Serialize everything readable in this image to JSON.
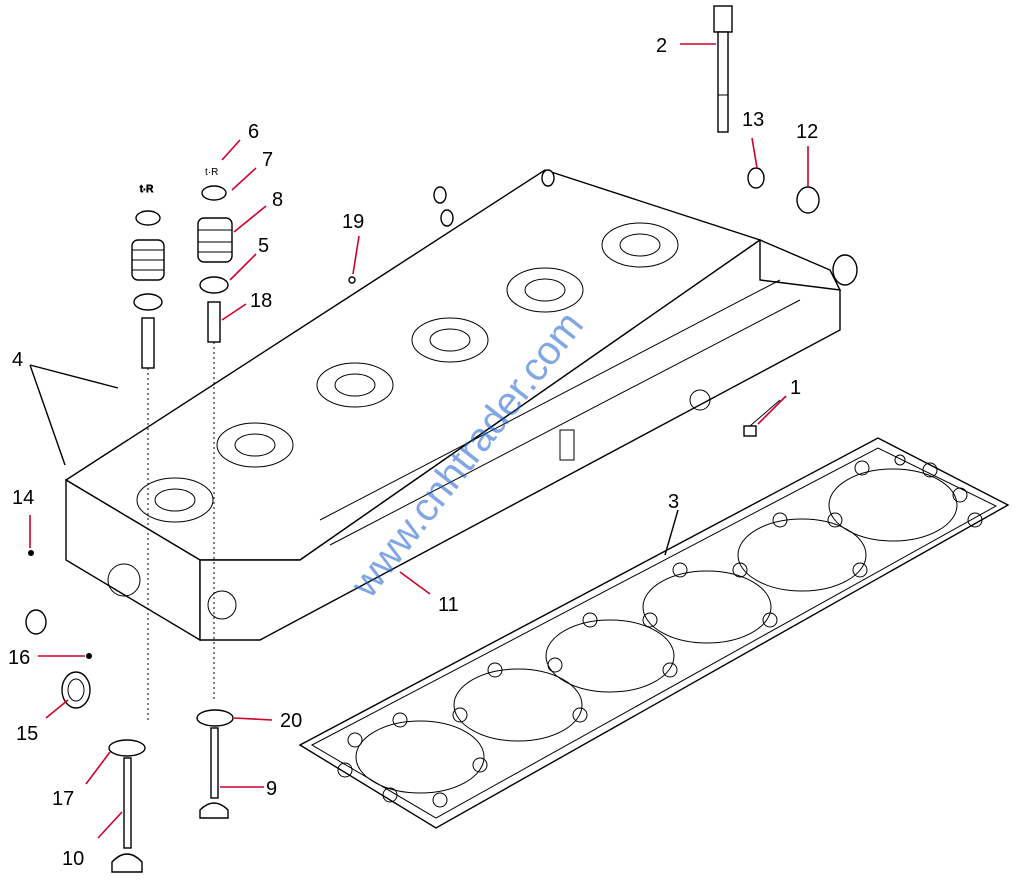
{
  "callouts": [
    {
      "id": "1",
      "label": "1"
    },
    {
      "id": "2",
      "label": "2"
    },
    {
      "id": "3",
      "label": "3"
    },
    {
      "id": "4",
      "label": "4"
    },
    {
      "id": "5",
      "label": "5"
    },
    {
      "id": "6",
      "label": "6"
    },
    {
      "id": "7",
      "label": "7"
    },
    {
      "id": "8",
      "label": "8"
    },
    {
      "id": "9",
      "label": "9"
    },
    {
      "id": "10",
      "label": "10"
    },
    {
      "id": "11",
      "label": "11"
    },
    {
      "id": "12",
      "label": "12"
    },
    {
      "id": "13",
      "label": "13"
    },
    {
      "id": "14",
      "label": "14"
    },
    {
      "id": "15",
      "label": "15"
    },
    {
      "id": "16",
      "label": "16"
    },
    {
      "id": "17",
      "label": "17"
    },
    {
      "id": "18",
      "label": "18"
    },
    {
      "id": "19",
      "label": "19"
    },
    {
      "id": "20",
      "label": "20"
    }
  ],
  "watermark": "www.cnhtrader.com",
  "colors": {
    "leader": "#d0002a",
    "linework": "#000000",
    "watermark": "#1a5fd0"
  }
}
